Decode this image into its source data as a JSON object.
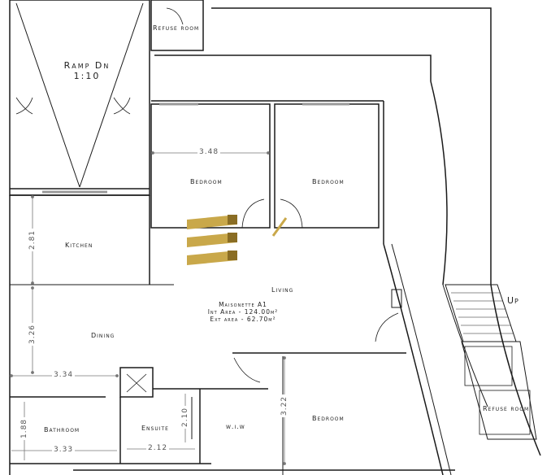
{
  "rooms": {
    "refuse_top": "Refuse room",
    "refuse_right": "Refuse room",
    "ramp_line1": "Ramp Dn",
    "ramp_line2": "1:10",
    "bedroom_1": "Bedroom",
    "bedroom_2": "Bedroom",
    "bedroom_3": "Bedroom",
    "kitchen": "Kitchen",
    "living": "Living",
    "dining": "Dining",
    "bathroom": "Bathroom",
    "ensuite": "Ensuite",
    "wiw": "w.i.w",
    "stair_up": "Up"
  },
  "unit": {
    "name": "Maisonette A1",
    "int_area": "Int Area - 124.00m²",
    "ext_area": "Ext area - 62.70m²"
  },
  "dimensions": {
    "bedroom_width": "3.48",
    "kitchen_height": "2.81",
    "dining_height": "3.26",
    "dining_width": "3.34",
    "bedroom3_height": "3.22",
    "ensuite_height": "2.10",
    "ensuite_width": "2.12",
    "bathroom_height": "1.88",
    "bathroom_width": "3.33"
  },
  "colors": {
    "wall": "#1a1a1a",
    "thin_line": "#666666",
    "logo_gold": "#c9a84a",
    "logo_dark": "#8a6d24"
  }
}
